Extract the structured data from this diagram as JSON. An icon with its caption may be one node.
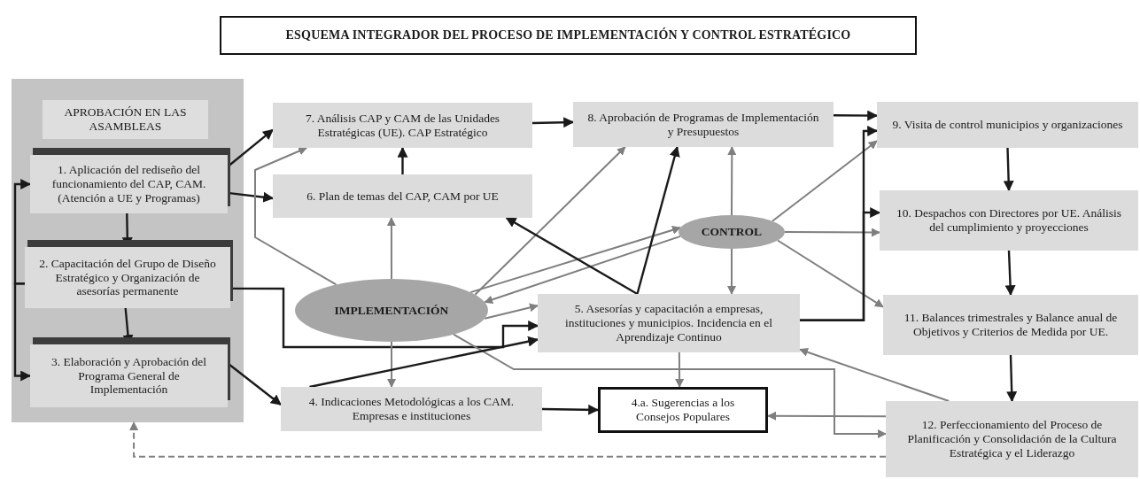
{
  "diagram": {
    "title": "ESQUEMA INTEGRADOR DEL PROCESO DE IMPLEMENTACIÓN Y CONTROL ESTRATÉGICO",
    "nodes": [
      {
        "text": [
          "APROBACIÓN EN LAS ASAMBLEAS"
        ]
      },
      {
        "text": [
          "1. Aplicación del rediseño del funcionamiento del CAP, CAM. (Atención a UE y Programas)"
        ],
        "in": 0
      },
      {
        "text": [
          "2. Capacitación del Grupo de Diseño Estratégico y Organización de asesorías permanente"
        ],
        "in": 0
      },
      {
        "text": [
          "3. Elaboración y Aprobación del Programa General de Implementación"
        ],
        "in": 0
      },
      {
        "text": [
          "7. Análisis CAP y CAM de las Unidades Estratégicas (UE). CAP Estratégico"
        ]
      },
      {
        "text": [
          "6. Plan de temas del CAP, CAM por UE"
        ]
      },
      {
        "text": [
          "8. Aprobación de Programas de Implementación y Presupuestos"
        ]
      },
      {
        "text": [
          "9. Visita de control municipios y organizaciones"
        ]
      },
      {
        "text": [
          "10. Despachos con Directores por UE. Análisis del cumplimiento y proyecciones"
        ]
      },
      {
        "text": [
          "CONTROL"
        ]
      },
      {
        "text": [
          "IMPLEMENTACIÓN"
        ]
      },
      {
        "text": [
          "5. Asesorías y capacitación a empresas, instituciones y municipios. Incidencia en el Aprendizaje Continuo"
        ]
      },
      {
        "text": [
          "11. Balances trimestrales y Balance anual de Objetivos y Criterios de Medida por UE."
        ]
      },
      {
        "text": [
          "4. Indicaciones Metodológicas a los CAM. Empresas e instituciones"
        ]
      },
      {
        "text": [
          "4.a. Sugerencias a los Consejos Populares"
        ]
      },
      {
        "text": [
          "12. Perfeccionamiento del Proceso de Planificación y Consolidación de la Cultura Estratégica y el Liderazgo"
        ]
      }
    ],
    "edges": [
      {
        "from": 1,
        "to": 4,
        "arrow": "to"
      },
      {
        "from": 1,
        "to": 5,
        "arrow": "to"
      },
      {
        "from": 1,
        "to": 2,
        "arrow": "to"
      },
      {
        "from": 2,
        "to": 3,
        "arrow": "to"
      },
      {
        "from": 2,
        "to": 1,
        "arrow": "to"
      },
      {
        "from": 2,
        "to": 3,
        "arrow": "to"
      },
      {
        "from": 2,
        "to": 11,
        "arrow": "to"
      },
      {
        "from": 3,
        "to": 13,
        "arrow": "to"
      },
      {
        "from": 4,
        "to": 6,
        "arrow": "to"
      },
      {
        "from": 5,
        "to": 4,
        "arrow": "to"
      },
      {
        "from": 6,
        "to": 7,
        "arrow": "to"
      },
      {
        "from": 10,
        "to": 4,
        "arrow": "to",
        "color": "#7f7f7f"
      },
      {
        "from": 10,
        "to": 5,
        "arrow": "to",
        "color": "#7f7f7f"
      },
      {
        "from": 10,
        "to": 6,
        "arrow": "to",
        "color": "#7f7f7f"
      },
      {
        "from": 9,
        "to": 10,
        "arrow": "to",
        "color": "#7f7f7f"
      },
      {
        "from": 10,
        "to": 9,
        "arrow": "to",
        "color": "#7f7f7f"
      },
      {
        "from": 10,
        "to": 11,
        "arrow": "to",
        "color": "#7f7f7f"
      },
      {
        "from": 10,
        "to": 13,
        "arrow": "to",
        "color": "#7f7f7f"
      },
      {
        "from": 10,
        "to": 15,
        "arrow": "to",
        "color": "#7f7f7f"
      },
      {
        "from": 13,
        "to": 11,
        "arrow": "to"
      },
      {
        "from": 11,
        "to": 5,
        "arrow": "to"
      },
      {
        "from": 11,
        "to": 6,
        "arrow": "to"
      },
      {
        "from": 9,
        "to": 6,
        "arrow": "to",
        "color": "#7f7f7f"
      },
      {
        "from": 9,
        "to": 11,
        "arrow": "to",
        "color": "#7f7f7f"
      },
      {
        "from": 9,
        "to": 7,
        "arrow": "to",
        "color": "#7f7f7f"
      },
      {
        "from": 9,
        "to": 8,
        "arrow": "to",
        "color": "#7f7f7f"
      },
      {
        "from": 9,
        "to": 12,
        "arrow": "to",
        "color": "#7f7f7f"
      },
      {
        "from": 11,
        "to": 7,
        "arrow": "to"
      },
      {
        "from": 11,
        "to": 8,
        "arrow": "to"
      },
      {
        "from": 7,
        "to": 8,
        "arrow": "to"
      },
      {
        "from": 8,
        "to": 12,
        "arrow": "to"
      },
      {
        "from": 12,
        "to": 15,
        "arrow": "to"
      },
      {
        "from": 15,
        "to": 11,
        "arrow": "to",
        "color": "#7f7f7f"
      },
      {
        "from": 15,
        "to": 14,
        "arrow": "to",
        "color": "#7f7f7f"
      },
      {
        "from": 11,
        "to": 14,
        "arrow": "to",
        "color": "#7f7f7f"
      },
      {
        "from": 13,
        "to": 14,
        "arrow": "to"
      },
      {
        "from": 15,
        "to": 0,
        "arrow": "to",
        "style": "dashed",
        "color": "#7f7f7f"
      }
    ]
  }
}
